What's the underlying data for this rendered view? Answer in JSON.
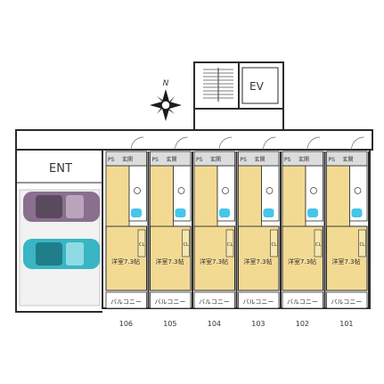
{
  "labels": {
    "ev": "EV",
    "entrance": "ENT",
    "compass_north": "N",
    "room_label": "洋室7.3帖",
    "balcony": "バルコニー",
    "ps": "PS",
    "genkan": "玄関",
    "closet": "CL"
  },
  "units": [
    "106",
    "105",
    "104",
    "103",
    "102",
    "101"
  ],
  "colors": {
    "room_floor": "#f3da93",
    "corridor": "#ffffff",
    "wall": "#2b2b2b",
    "tile": "#dcdcdc",
    "bath": "#46c6e8",
    "car_purple": "#8a6f8f",
    "car_teal": "#39b5c4"
  }
}
